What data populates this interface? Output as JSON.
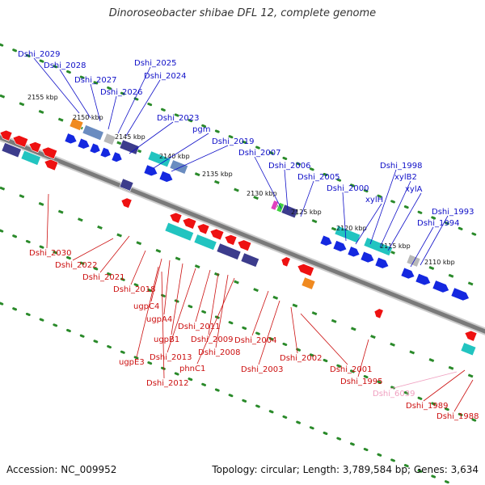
{
  "title": "Dinoroseobacter shibae DFL 12, complete genome",
  "footer": {
    "accession": "Accession: NC_009952",
    "stats": "Topology: circular; Length: 3,789,584 bp; Genes: 3,634"
  },
  "colors": {
    "forward_label": "#1010c8",
    "reverse_label": "#cc1010",
    "pseudo_label": "#f0a0c0",
    "backbone": "#7a7a7a",
    "dots": "#2a8a2a",
    "forward_gene": "#1428e0",
    "reverse_gene": "#ee1111",
    "teal_gene": "#22c4c0",
    "navy_gene": "#3c3c8c",
    "steel_gene": "#6a8cc0",
    "gray_gene": "#b8b8b8",
    "orange_gene": "#f08a20"
  },
  "kbp_ticks": [
    "2155 kbp",
    "2150 kbp",
    "2145 kbp",
    "2140 kbp",
    "2135 kbp",
    "2130 kbp",
    "2125 kbp",
    "2120 kbp",
    "2115 kbp",
    "2110 kbp"
  ],
  "forward_labels": [
    "Dshi_2029",
    "Dshi_2028",
    "Dshi_2027",
    "Dshi_2026",
    "Dshi_2025",
    "Dshi_2024",
    "Dshi_2023",
    "pgm",
    "Dshi_2019",
    "Dshi_2007",
    "Dshi_2006",
    "Dshi_2005",
    "Dshi_2000",
    "xylH",
    "Dshi_1998",
    "xylB2",
    "xylA",
    "Dshi_1993",
    "Dshi_1994"
  ],
  "reverse_labels": [
    "Dshi_2030",
    "Dshi_2022",
    "Dshi_2021",
    "Dshi_2018",
    "ugpC4",
    "ugpA4",
    "ugpB1",
    "ugpE3",
    "Dshi_2013",
    "Dshi_2011",
    "Dshi_2009",
    "Dshi_2008",
    "phnC1",
    "Dshi_2012",
    "Dshi_2004",
    "Dshi_2003",
    "Dshi_2002",
    "Dshi_2001",
    "Dshi_1995",
    "Dshi_6039",
    "Dshi_1989",
    "Dshi_1988"
  ]
}
